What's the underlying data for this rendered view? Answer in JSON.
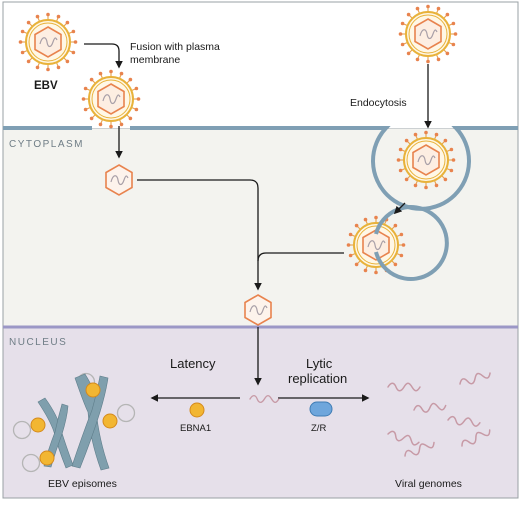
{
  "regions": {
    "cytoplasm": "CYTOPLASM",
    "nucleus": "NUCLEUS"
  },
  "labels": {
    "ebv": "EBV",
    "fusion_line1": "Fusion with plasma",
    "fusion_line2": "membrane",
    "endocytosis": "Endocytosis",
    "latency": "Latency",
    "lytic_line1": "Lytic",
    "lytic_line2": "replication",
    "ebna1": "EBNA1",
    "zr": "Z/R",
    "ebv_episomes": "EBV episomes",
    "viral_genomes": "Viral genomes"
  },
  "colors": {
    "cytoplasm_bg": "#f3f3ef",
    "nucleus_bg": "#e6e0ea",
    "membrane": "#7f9fb4",
    "nuclear_membrane": "#9b97c6",
    "capsid": "#e8834e",
    "envelope": "#e8b23a",
    "genome": "#c79aa6",
    "ebna1": "#f2b632",
    "zr": "#6ea6dc",
    "chromosome": "#7f9fad"
  }
}
